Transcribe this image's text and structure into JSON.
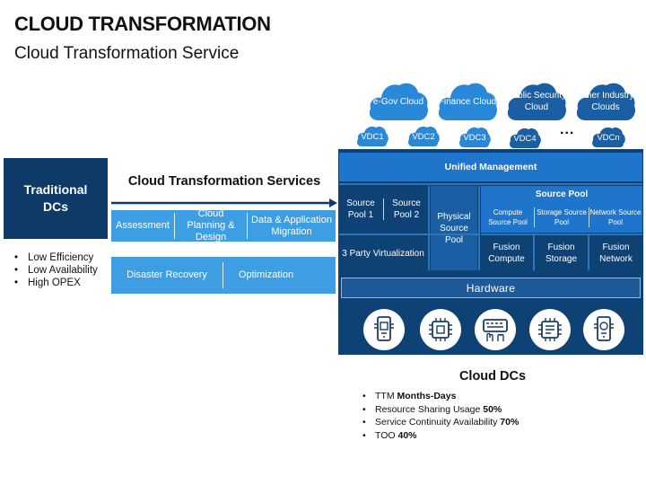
{
  "header": {
    "title": "CLOUD TRANSFORMATION",
    "subtitle": "Cloud Transformation Service"
  },
  "traditional": {
    "label": "Traditional DCs",
    "bullets": [
      "Low Efficiency",
      "Low Availability",
      "High OPEX"
    ]
  },
  "services": {
    "title": "Cloud Transformation Services",
    "row1": [
      "Assessment",
      "Cloud Planning & Design",
      "Data & Application Migration"
    ],
    "row2": [
      "Disaster Recovery",
      "Optimization"
    ]
  },
  "clouds": [
    "e-Gov Cloud",
    "Finance Cloud",
    "Public Security Cloud",
    "Other Industry Clouds"
  ],
  "vdcs": [
    "VDC1",
    "VDC2",
    "VDC3",
    "VDC4",
    "VDCn"
  ],
  "ellipsis": "...",
  "architecture": {
    "unified": "Unified Management",
    "source_pool_1": "Source Pool 1",
    "source_pool_2": "Source Pool 2",
    "physical_source_pool": "Physical Source Pool",
    "source_pool_title": "Source Pool",
    "sub_pools": [
      "Compute Source Pool",
      "Storage Source Pool",
      "Network Source Pool"
    ],
    "third_party": "3 Party Virtualization",
    "fusion": [
      "Fusion Compute",
      "Fusion Storage",
      "Fusion Network"
    ],
    "hardware": "Hardware",
    "hardware_icons": [
      "mobile-chip-icon",
      "cpu-chip-icon",
      "keyboard-hands-icon",
      "document-chip-icon",
      "phone-chip-icon"
    ]
  },
  "cloud_dcs": {
    "title": "Cloud DCs",
    "items": [
      {
        "text": "TTM ",
        "bold": "Months-Days"
      },
      {
        "text": "Resource Sharing Usage ",
        "bold": "50%"
      },
      {
        "text": "Service Continuity Availability ",
        "bold": "70%"
      },
      {
        "text": "TOO ",
        "bold": "40%"
      }
    ]
  },
  "colors": {
    "navy": "#0d3a66",
    "dark_blue": "#0e4174",
    "mid_blue": "#1a5fa3",
    "accent_blue": "#1f75cc",
    "service_blue": "#3d9ee4",
    "cloud_blue": "#2a88d8",
    "vdc_blue": "#1a5fa3"
  }
}
